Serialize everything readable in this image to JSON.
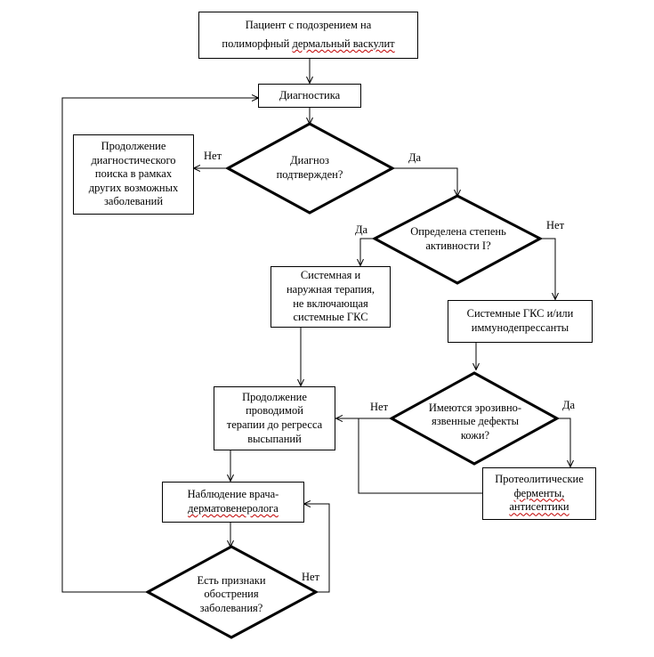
{
  "nodes": {
    "start": {
      "line1": "Пациент с подозрением на",
      "line2a": "полиморфный ",
      "line2b": "дермальный васкулит"
    },
    "diagnostics": {
      "text": "Диагностика"
    },
    "continue_search": {
      "line1": "Продолжение",
      "line2": "диагностического",
      "line3": "поиска в рамках",
      "line4": "других возможных",
      "line5": "заболеваний"
    },
    "diagnosis_confirmed": {
      "line1": "Диагноз",
      "line2": "подтвержден?"
    },
    "activity_defined": {
      "line1": "Определена степень",
      "line2": "активности I?"
    },
    "systemic_external_therapy": {
      "line1": "Системная и",
      "line2": "наружная терапия,",
      "line3": "не включающая",
      "line4": "системные ГКС"
    },
    "systemic_gks": {
      "line1": "Системные ГКС и/или",
      "line2": "иммунодепрессанты"
    },
    "continue_therapy": {
      "line1": "Продолжение",
      "line2": "проводимой",
      "line3": "терапии до регресса",
      "line4": "высыпаний"
    },
    "erosive_defects": {
      "line1": "Имеются эрозивно-",
      "line2": "язвенные дефекты",
      "line3": "кожи?"
    },
    "proteolytic": {
      "line1": "Протеолитические",
      "line2": "ферменты,",
      "line3": "антисептики"
    },
    "observation": {
      "line1": "Наблюдение врача-",
      "line2": "дерматовенеролога"
    },
    "exacerbation": {
      "line1": "Есть признаки",
      "line2": "обострения",
      "line3": "заболевания?"
    }
  },
  "edge_labels": {
    "confirmed_no": "Нет",
    "confirmed_yes": "Да",
    "activity_yes": "Да",
    "activity_no": "Нет",
    "erosive_no": "Нет",
    "erosive_yes": "Да",
    "exacerbation_no": "Нет"
  }
}
